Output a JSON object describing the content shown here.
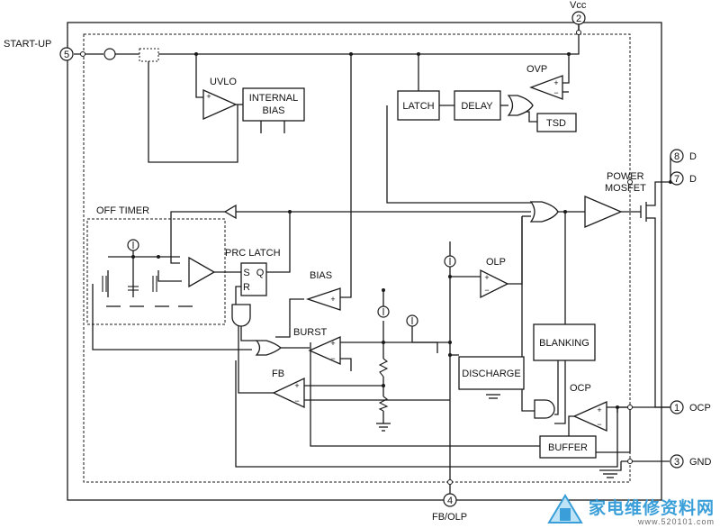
{
  "pins": {
    "vcc": {
      "number": "2",
      "name": "Vcc"
    },
    "start": {
      "number": "5",
      "name": "START-UP"
    },
    "d8": {
      "number": "8",
      "name": "D"
    },
    "d7": {
      "number": "7",
      "name": "D"
    },
    "ocp": {
      "number": "1",
      "name": "OCP"
    },
    "gnd": {
      "number": "3",
      "name": "GND"
    },
    "fb": {
      "number": "4",
      "name": "FB/OLP"
    }
  },
  "blocks": {
    "internal_bias": [
      "INTERNAL",
      "BIAS"
    ],
    "latch": "LATCH",
    "delay": "DELAY",
    "tsd": "TSD",
    "discharge": "DISCHARGE",
    "blanking": "BLANKING",
    "buffer": "BUFFER",
    "prc_s": "S",
    "prc_r": "R",
    "prc_q": "Q"
  },
  "labels": {
    "uvlo": "UVLO",
    "ovp": "OVP",
    "power_mosfet": [
      "POWER",
      "MOSFET"
    ],
    "off_timer": "OFF TIMER",
    "prc_latch": "PRC LATCH",
    "bias": "BIAS",
    "olp": "OLP",
    "burst": "BURST",
    "fb": "FB",
    "ocp": "OCP"
  },
  "symbols": {
    "plus": "+",
    "minus": "−"
  },
  "watermark": {
    "text": "家电维修资料网",
    "url": "www.520101.com"
  }
}
